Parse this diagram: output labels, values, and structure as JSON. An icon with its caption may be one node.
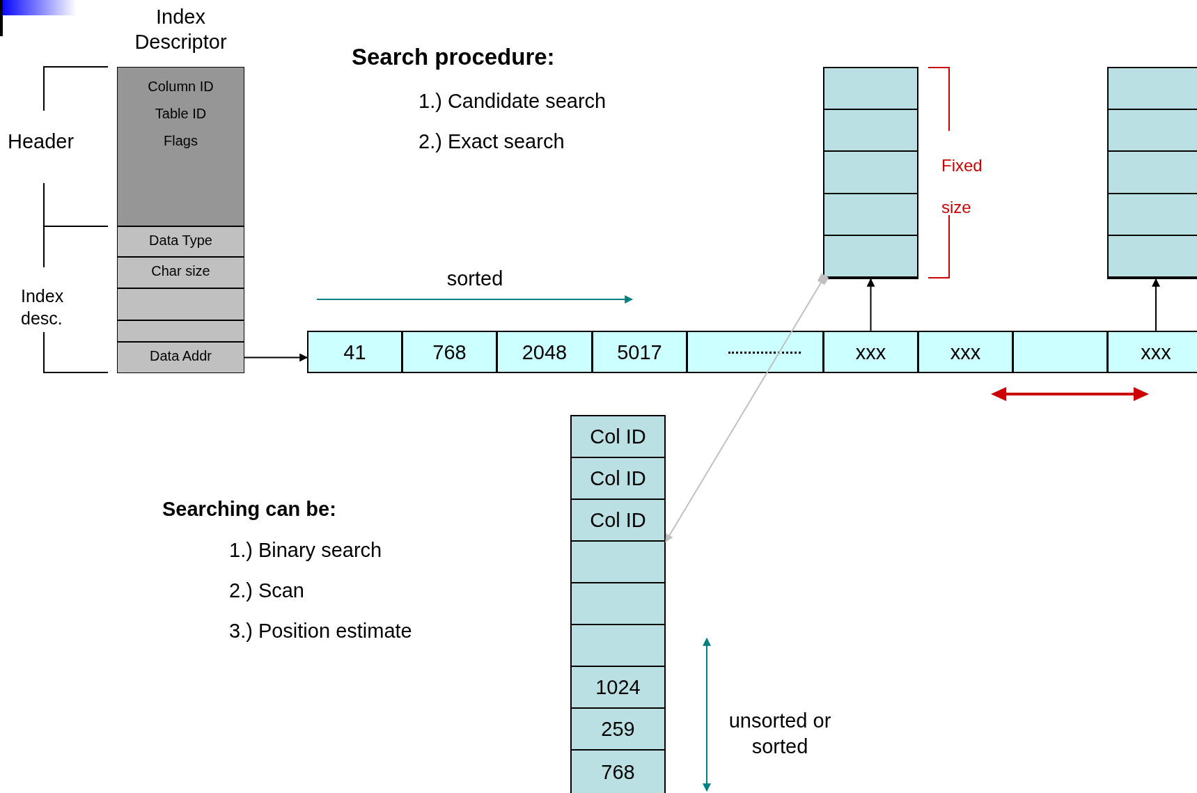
{
  "diagram": {
    "nodes": [
      {
        "text": [
          "Index Descriptor"
        ]
      },
      {
        "text": [
          "Column ID",
          "Table ID",
          "Flags"
        ],
        "in": 0
      },
      {
        "text": [
          "Data Type"
        ],
        "in": 0
      },
      {
        "text": [
          "Char size"
        ],
        "in": 0
      },
      {
        "text": [],
        "shape": "box",
        "in": 0
      },
      {
        "text": [],
        "shape": "box",
        "in": 0
      },
      {
        "text": [
          "Data Addr"
        ],
        "in": 0
      },
      {
        "text": [
          "41"
        ]
      },
      {
        "text": [
          "768"
        ]
      },
      {
        "text": [
          "2048"
        ]
      },
      {
        "text": [
          "5017"
        ]
      },
      {
        "text": [],
        "shape": "box"
      },
      {
        "text": [
          "xxx"
        ]
      },
      {
        "text": [
          "xxx"
        ]
      },
      {
        "text": [],
        "shape": "box"
      },
      {
        "text": [
          "xxx"
        ]
      },
      {
        "text": [],
        "shape": "box"
      },
      {
        "text": [],
        "shape": "box"
      },
      {
        "text": [
          "Col ID"
        ]
      },
      {
        "text": [
          "Col ID"
        ]
      },
      {
        "text": [
          "Col ID"
        ]
      },
      {
        "text": [],
        "shape": "box"
      },
      {
        "text": [],
        "shape": "box"
      },
      {
        "text": [],
        "shape": "box"
      },
      {
        "text": [
          "1024"
        ]
      },
      {
        "text": [
          "259"
        ]
      },
      {
        "text": [
          "768"
        ]
      }
    ],
    "edges": [
      {
        "from": 6,
        "to": 7,
        "arrow": "to"
      },
      {
        "from": 12,
        "to": 16,
        "arrow": "to"
      },
      {
        "from": 15,
        "to": 17,
        "arrow": "to"
      },
      {
        "from": 16,
        "to": 20,
        "arrow": "to",
        "color": "#c0c0c0"
      }
    ],
    "labels": [
      "Search procedure:",
      "1.) Candidate search",
      "Header",
      "2.) Exact search",
      "Fixed size",
      "sorted",
      "Index desc.",
      "Searching can be:",
      "1.) Binary search",
      "2.) Scan",
      "3.) Position estimate",
      "unsorted or sorted"
    ]
  }
}
